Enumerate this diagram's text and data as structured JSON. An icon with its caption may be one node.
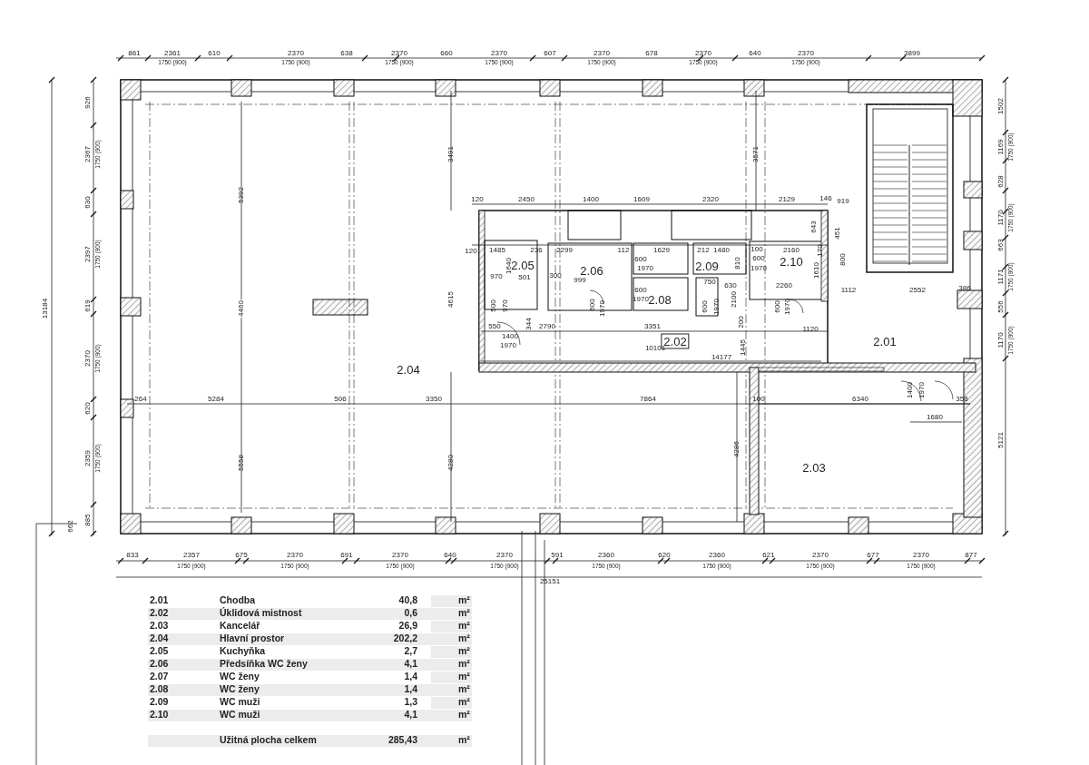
{
  "diagram": {
    "labels": [
      "861",
      "2361",
      "1750 (900)",
      "610",
      "2370",
      "1750 (900)",
      "638",
      "2370",
      "1750 (900)",
      "660",
      "2370",
      "1750 (900)",
      "607",
      "2370",
      "1750 (900)",
      "678",
      "2370",
      "1750 (900)",
      "640",
      "2370",
      "1750 (900)",
      "3899",
      "13184",
      "926",
      "2367",
      "1750 (900)",
      "630",
      "2397",
      "1750 (900)",
      "619",
      "2370",
      "1750 (900)",
      "620",
      "2359",
      "1750 (900)",
      "885",
      "662",
      "1502",
      "1169",
      "1750 (900)",
      "628",
      "1170",
      "1750 (900)",
      "663",
      "1171",
      "1750 (900)",
      "556",
      "1170",
      "1750 (900)",
      "5121",
      "3491",
      "3571",
      "5392",
      "120",
      "2450",
      "1400",
      "1609",
      "2320",
      "2129",
      "146",
      "919",
      "643",
      "451",
      "120",
      "1485",
      "236",
      "2299",
      "112",
      "1629",
      "212",
      "1480",
      "100",
      "2160",
      "170",
      "2.05",
      "1640",
      "2.06",
      "600",
      "1970",
      "2.09",
      "810",
      "600",
      "1970",
      "2.10",
      "1610",
      "800",
      "970",
      "501",
      "300",
      "999",
      "750",
      "630",
      "2260",
      "1112",
      "2552",
      "386",
      "4460",
      "4615",
      "500",
      "970",
      "600",
      "1970",
      "600",
      "1970",
      "2.08",
      "600",
      "1970",
      "2100",
      "600",
      "1970",
      "550",
      "344",
      "2790",
      "3351",
      "200",
      "1120",
      "1400",
      "1970",
      "2.02",
      "2.01",
      "10101",
      "1445",
      "14177",
      "2.04",
      "1400",
      "1970",
      "264",
      "5284",
      "506",
      "3350",
      "7864",
      "100",
      "6340",
      "358",
      "1680",
      "4286",
      "5558",
      "4280",
      "2.03",
      "833",
      "2357",
      "1750 (900)",
      "675",
      "2370",
      "1750 (900)",
      "691",
      "2370",
      "1750 (900)",
      "640",
      "2370",
      "1750 (900)",
      "591",
      "2360",
      "1750 (900)",
      "620",
      "2360",
      "1750 (900)",
      "621",
      "2370",
      "1750 (900)",
      "677",
      "2370",
      "1750 (900)",
      "877",
      "25151",
      "2.01",
      "Chodba",
      "40,8",
      "m²",
      "2.02",
      "Úklidová mistnost",
      "0,6",
      "m²",
      "2.03",
      "Kancelář",
      "26,9",
      "m²",
      "2.04",
      "Hlavní prostor",
      "202,2",
      "m²",
      "2.05",
      "Kuchyňka",
      "2,7",
      "m²",
      "2.06",
      "Předsíňka WC ženy",
      "4,1",
      "m²",
      "2.07",
      "WC ženy",
      "1,4",
      "m²",
      "2.08",
      "WC ženy",
      "1,4",
      "m²",
      "2.09",
      "WC muži",
      "1,3",
      "m²",
      "2.10",
      "WC muži",
      "4,1",
      "m²",
      "Užitná plocha celkem",
      "285,43",
      "m²"
    ]
  }
}
